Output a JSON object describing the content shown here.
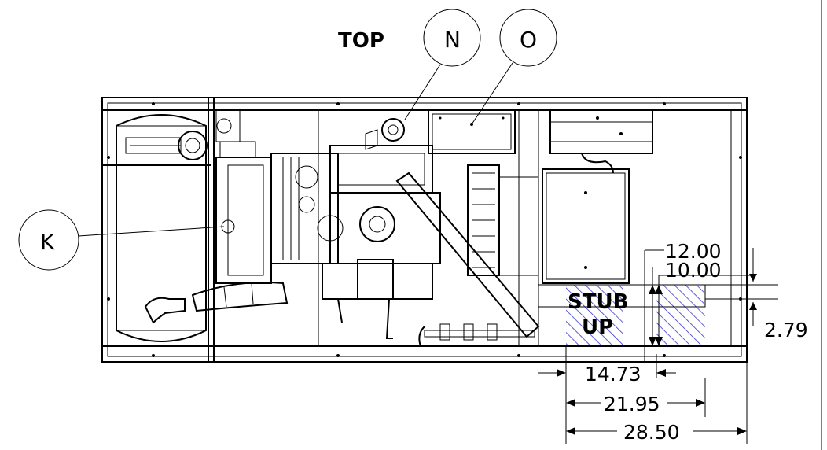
{
  "view_label": "TOP",
  "callouts": {
    "n": "N",
    "o": "O",
    "k": "K"
  },
  "stub_up": {
    "line1": "STUB",
    "line2": "UP"
  },
  "dimensions": {
    "d1200": "12.00",
    "d1000": "10.00",
    "d279": "2.79",
    "d1473": "14.73",
    "d2195": "21.95",
    "d2850": "28.50"
  },
  "colors": {
    "line": "#000000",
    "hatch": "#2b2bcc",
    "background": "#ffffff"
  }
}
